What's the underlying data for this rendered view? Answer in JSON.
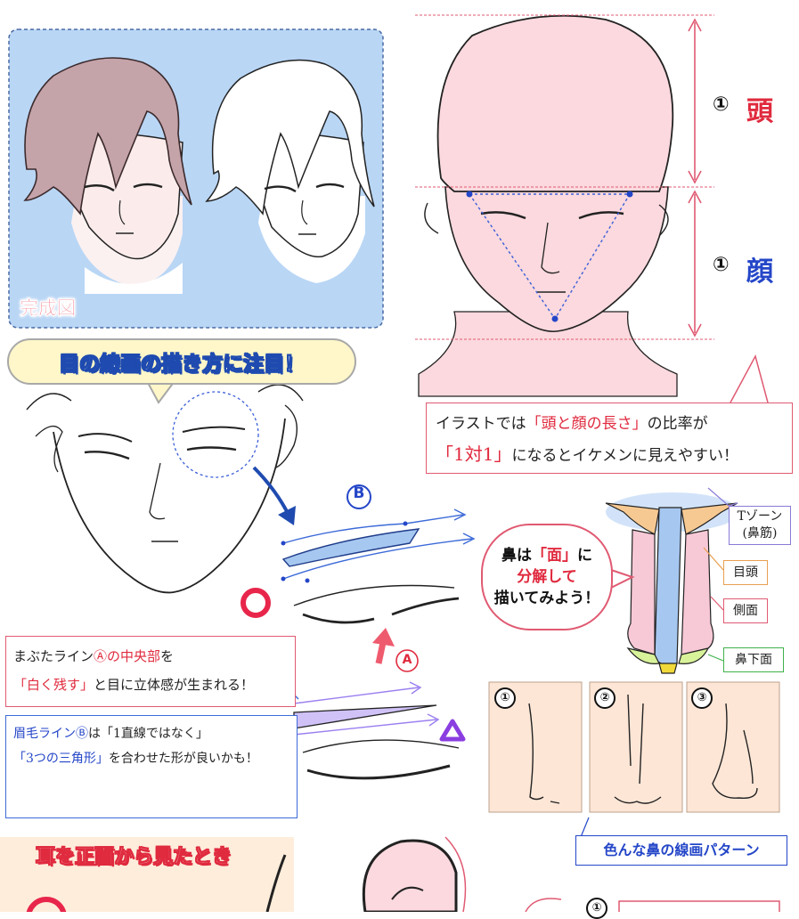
{
  "completed_label": "完成図",
  "title": "目の線画の描き方に注目！",
  "ratio": {
    "num_head": "①",
    "head": "頭",
    "num_face": "①",
    "face": "顔"
  },
  "ratio_note": {
    "line1_a": "イラストでは",
    "line1_b": "「頭と顔の長さ」",
    "line1_c": "の比率が",
    "line2_a": "「1対1」",
    "line2_b": "になるとイケメンに見えやすい！"
  },
  "markers": {
    "b": "B",
    "a": "A"
  },
  "box_eyelid": {
    "line1_a": "まぶたライン",
    "line1_b": "Ⓐの中央部",
    "line1_c": "を",
    "line2_a": "「白く残す」",
    "line2_b": "と目に立体感が生まれる！"
  },
  "box_brow": {
    "line1_a": "眉毛ライン",
    "line1_b": "Ⓑ",
    "line1_c": "は「1直線ではなく」",
    "line2_a": "「3つの三角形」",
    "line2_b": "を合わせた形が良いかも！"
  },
  "nose_bubble": {
    "line1_a": "鼻は",
    "line1_b": "「面」",
    "line1_c": "に",
    "line2": "分解して",
    "line3": "描いてみよう！"
  },
  "nose_tags": {
    "t_zone_1": "Tゾーン",
    "t_zone_2": "(鼻筋)",
    "inner_corner": "目頭",
    "side": "側面",
    "under": "鼻下面"
  },
  "nose_cards": [
    "①",
    "②",
    "③"
  ],
  "nose_pattern_label": "色んな鼻の線画パターン",
  "ear_title": "耳を正面から見たとき",
  "ear_num": "①",
  "colors": {
    "panel_blue": "#b9d6f5",
    "accent_red": "#e02a3e",
    "accent_blue": "#2446c8",
    "skin": "#fbd9de",
    "hair_brown": "#c4a3a9"
  }
}
